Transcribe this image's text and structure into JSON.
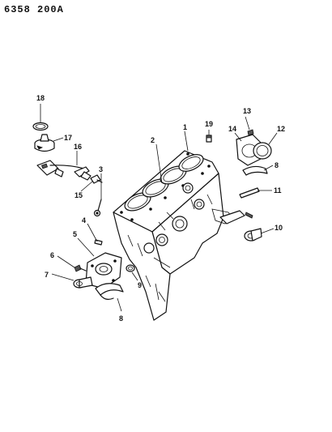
{
  "diagram": {
    "code": "6358 200A",
    "callouts": [
      {
        "id": "c1",
        "label": "1"
      },
      {
        "id": "c2",
        "label": "2"
      },
      {
        "id": "c3",
        "label": "3"
      },
      {
        "id": "c4",
        "label": "4"
      },
      {
        "id": "c5",
        "label": "5"
      },
      {
        "id": "c6",
        "label": "6"
      },
      {
        "id": "c7",
        "label": "7"
      },
      {
        "id": "c8a",
        "label": "8"
      },
      {
        "id": "c8b",
        "label": "8"
      },
      {
        "id": "c9",
        "label": "9"
      },
      {
        "id": "c10",
        "label": "10"
      },
      {
        "id": "c11",
        "label": "11"
      },
      {
        "id": "c12",
        "label": "12"
      },
      {
        "id": "c13",
        "label": "13"
      },
      {
        "id": "c14",
        "label": "14"
      },
      {
        "id": "c15",
        "label": "15"
      },
      {
        "id": "c16",
        "label": "16"
      },
      {
        "id": "c17",
        "label": "17"
      },
      {
        "id": "c18",
        "label": "18"
      },
      {
        "id": "c19",
        "label": "19"
      }
    ]
  }
}
